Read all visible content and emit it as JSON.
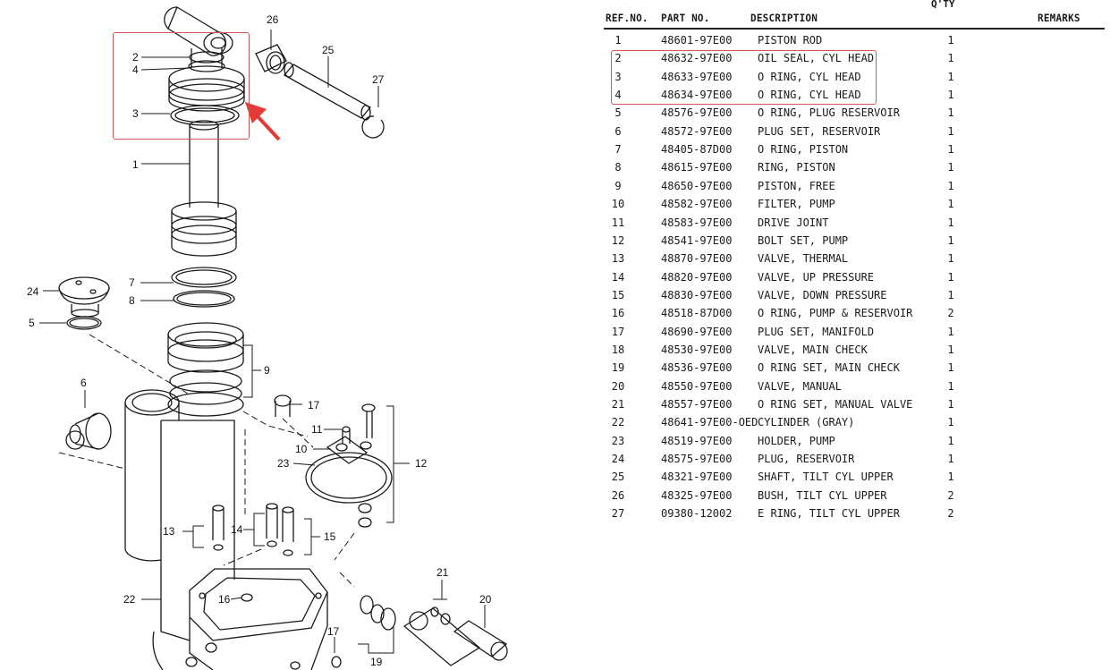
{
  "headers": {
    "ref_no": "REF.NO.",
    "part_no": "PART NO.",
    "description": "DESCRIPTION",
    "qty": "Q'TY",
    "remarks": "REMARKS"
  },
  "rows": [
    {
      "ref": "1",
      "part": "48601-97E00",
      "desc": "PISTON ROD",
      "qty": "1"
    },
    {
      "ref": "2",
      "part": "48632-97E00",
      "desc": "OIL SEAL, CYL HEAD",
      "qty": "1"
    },
    {
      "ref": "3",
      "part": "48633-97E00",
      "desc": "O RING, CYL HEAD",
      "qty": "1"
    },
    {
      "ref": "4",
      "part": "48634-97E00",
      "desc": "O RING, CYL HEAD",
      "qty": "1"
    },
    {
      "ref": "5",
      "part": "48576-97E00",
      "desc": "O RING, PLUG RESERVOIR",
      "qty": "1"
    },
    {
      "ref": "6",
      "part": "48572-97E00",
      "desc": "PLUG SET, RESERVOIR",
      "qty": "1"
    },
    {
      "ref": "7",
      "part": "48405-87D00",
      "desc": "O RING, PISTON",
      "qty": "1"
    },
    {
      "ref": "8",
      "part": "48615-97E00",
      "desc": "RING, PISTON",
      "qty": "1"
    },
    {
      "ref": "9",
      "part": "48650-97E00",
      "desc": "PISTON, FREE",
      "qty": "1"
    },
    {
      "ref": "10",
      "part": "48582-97E00",
      "desc": "FILTER, PUMP",
      "qty": "1"
    },
    {
      "ref": "11",
      "part": "48583-97E00",
      "desc": "DRIVE JOINT",
      "qty": "1"
    },
    {
      "ref": "12",
      "part": "48541-97E00",
      "desc": "BOLT SET, PUMP",
      "qty": "1"
    },
    {
      "ref": "13",
      "part": "48870-97E00",
      "desc": "VALVE, THERMAL",
      "qty": "1"
    },
    {
      "ref": "14",
      "part": "48820-97E00",
      "desc": "VALVE, UP PRESSURE",
      "qty": "1"
    },
    {
      "ref": "15",
      "part": "48830-97E00",
      "desc": "VALVE, DOWN PRESSURE",
      "qty": "1"
    },
    {
      "ref": "16",
      "part": "48518-87D00",
      "desc": "O RING, PUMP & RESERVOIR",
      "qty": "2"
    },
    {
      "ref": "17",
      "part": "48690-97E00",
      "desc": "PLUG SET, MANIFOLD",
      "qty": "1"
    },
    {
      "ref": "18",
      "part": "48530-97E00",
      "desc": "VALVE, MAIN CHECK",
      "qty": "1"
    },
    {
      "ref": "19",
      "part": "48536-97E00",
      "desc": "O RING SET, MAIN CHECK",
      "qty": "1"
    },
    {
      "ref": "20",
      "part": "48550-97E00",
      "desc": "VALVE, MANUAL",
      "qty": "1"
    },
    {
      "ref": "21",
      "part": "48557-97E00",
      "desc": "O RING SET, MANUAL VALVE",
      "qty": "1"
    },
    {
      "ref": "22",
      "part": "48641-97E00-OED",
      "desc": "CYLINDER (GRAY)",
      "qty": "1"
    },
    {
      "ref": "23",
      "part": "48519-97E00",
      "desc": "HOLDER, PUMP",
      "qty": "1"
    },
    {
      "ref": "24",
      "part": "48575-97E00",
      "desc": "PLUG, RESERVOIR",
      "qty": "1"
    },
    {
      "ref": "25",
      "part": "48321-97E00",
      "desc": "SHAFT, TILT CYL UPPER",
      "qty": "1"
    },
    {
      "ref": "26",
      "part": "48325-97E00",
      "desc": "BUSH, TILT CYL UPPER",
      "qty": "2"
    },
    {
      "ref": "27",
      "part": "09380-12002",
      "desc": "E RING, TILT CYL UPPER",
      "qty": "2"
    }
  ],
  "callouts": [
    "1",
    "2",
    "3",
    "4",
    "5",
    "6",
    "7",
    "8",
    "9",
    "10",
    "11",
    "12",
    "13",
    "14",
    "15",
    "16",
    "17",
    "17",
    "19",
    "20",
    "21",
    "22",
    "23",
    "24",
    "25",
    "26",
    "27"
  ],
  "colors": {
    "highlight": "#d9534f",
    "ink": "#1a1a1a",
    "arrow": "#e53935"
  }
}
